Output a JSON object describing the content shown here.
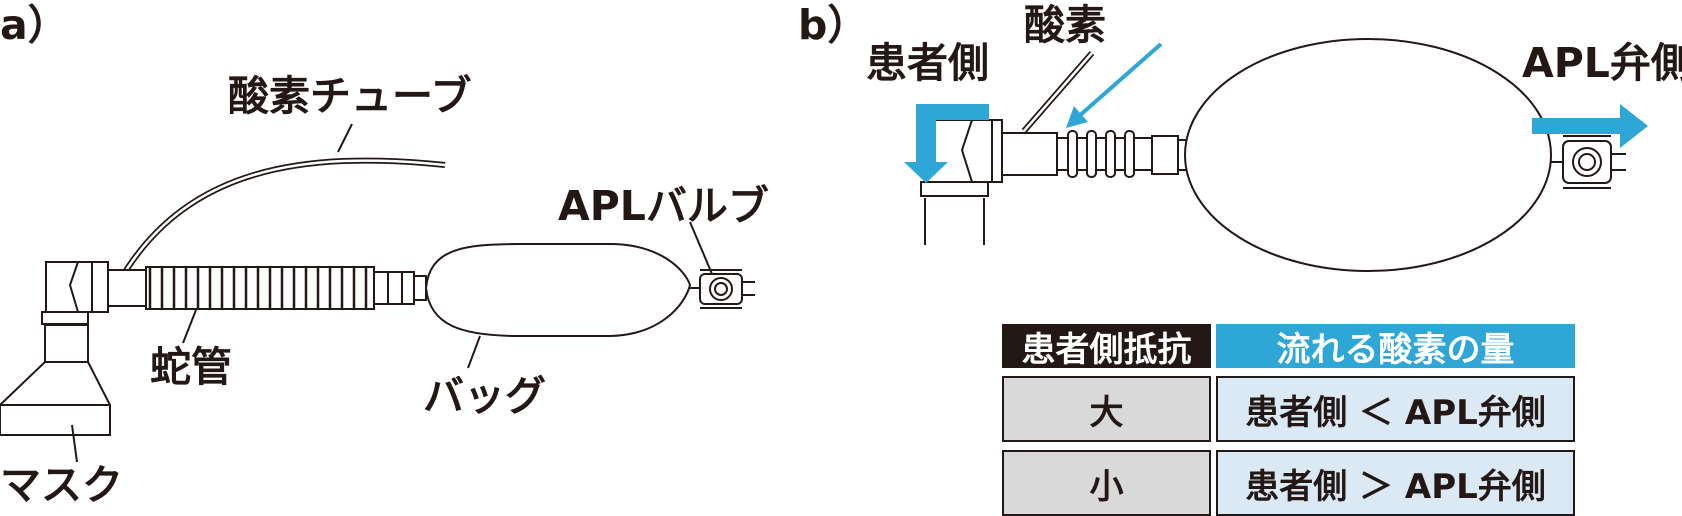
{
  "panels": [
    {
      "id": "a",
      "tag": "a）",
      "labels": {
        "oxygen_tube": "酸素チューブ",
        "apl_valve": "APLバルブ",
        "corrugated_tube": "蛇管",
        "bag": "バッグ",
        "mask": "マスク"
      }
    },
    {
      "id": "b",
      "tag": "b）",
      "labels": {
        "oxygen": "酸素",
        "patient_side": "患者側",
        "apl_side": "APL弁側"
      }
    }
  ],
  "table": {
    "headers": [
      "患者側抵抗",
      "流れる酸素の量"
    ],
    "rows": [
      [
        "大",
        "患者側 ＜ APL弁側"
      ],
      [
        "小",
        "患者側 ＞ APL弁側"
      ]
    ]
  },
  "colors": {
    "line": "#231815",
    "accent": "#2ea7d7",
    "header_dark": "#231815",
    "cell_gray": "#d9d9d9",
    "cell_blue": "#dbe9f5"
  },
  "icons": {
    "down_arrow": "arrow-down-icon",
    "right_arrow": "arrow-right-icon",
    "diagonal_arrow": "arrow-diagonal-icon"
  }
}
